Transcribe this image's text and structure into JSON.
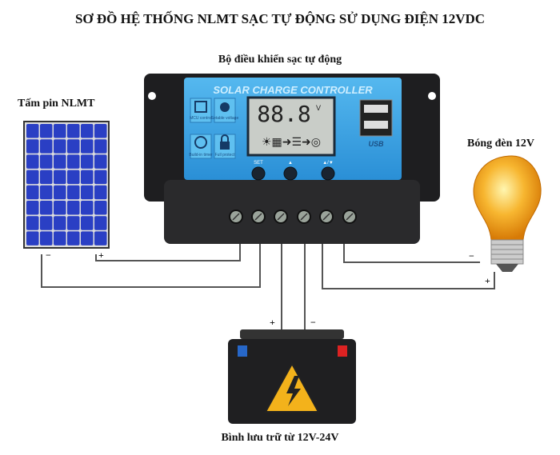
{
  "title": "SƠ ĐỒ HỆ THỐNG NLMT SẠC TỰ ĐỘNG SỬ DỤNG ĐIỆN 12VDC",
  "controller": {
    "label": "Bộ điều khiển sạc tự động",
    "panel_text": "SOLAR CHARGE CONTROLLER",
    "display": "88.8",
    "display_unit": "V",
    "features": [
      "MCU control",
      "Setable voltage",
      "Build-in timer",
      "Full protect"
    ],
    "usb_label": "USB",
    "buttons": [
      "SET",
      "▲",
      "▲/▼"
    ]
  },
  "solar_panel": {
    "label": "Tấm pin NLMT",
    "minus": "−",
    "plus": "+"
  },
  "lamp": {
    "label": "Bóng đèn 12V",
    "minus": "−",
    "plus": "+"
  },
  "battery": {
    "label": "Bình lưu trữ từ 12V-24V",
    "plus": "+",
    "minus": "−"
  },
  "colors": {
    "controller_body": "#1e1e20",
    "controller_face": "#3ea6e6",
    "panel_cell": "#2a3fc4",
    "wire": "#555555",
    "bulb": "#f5a623"
  }
}
